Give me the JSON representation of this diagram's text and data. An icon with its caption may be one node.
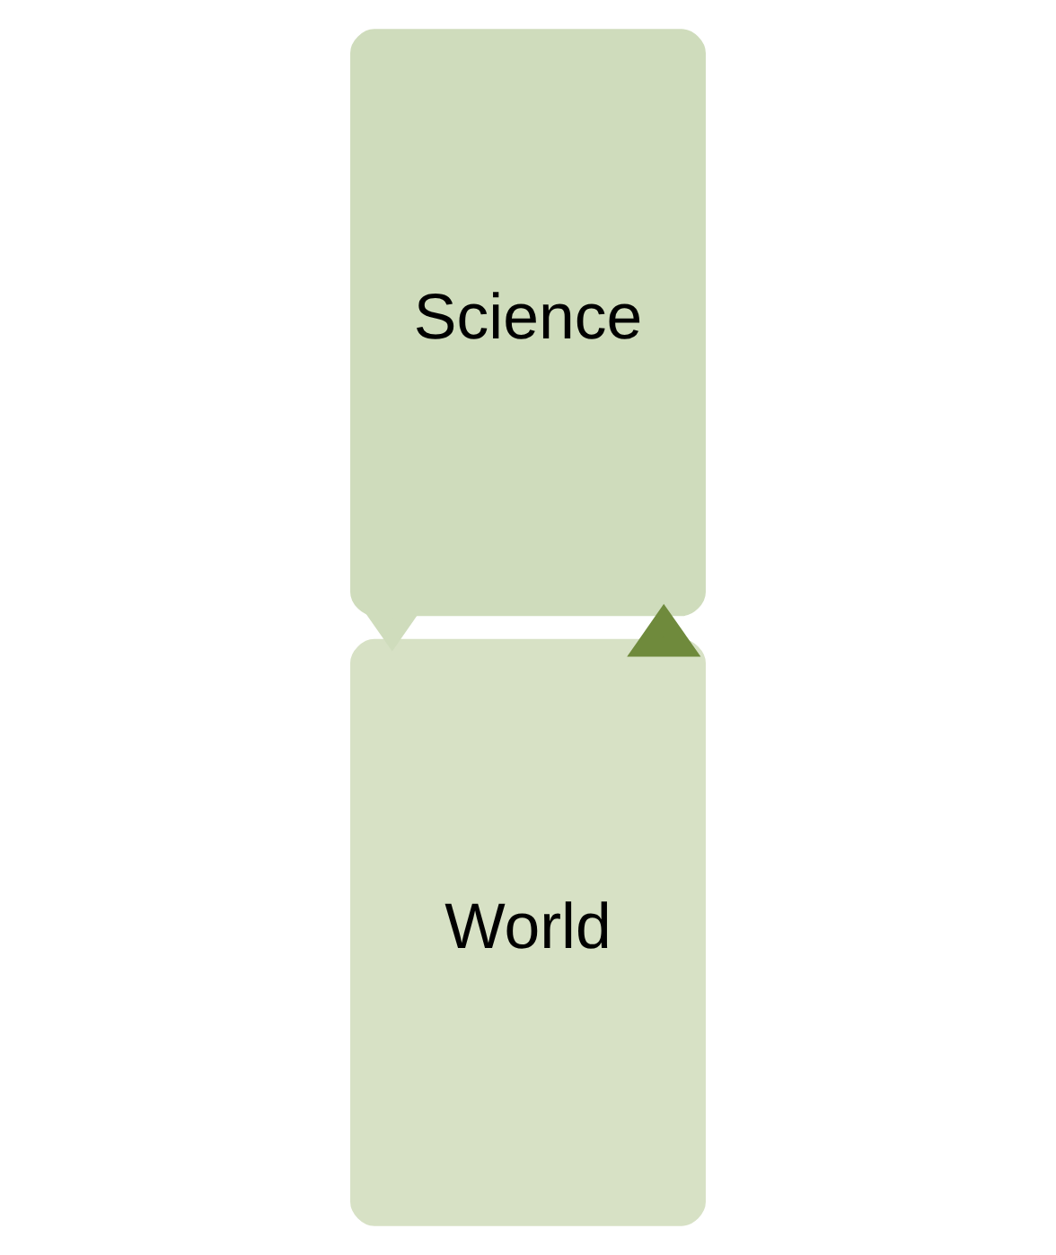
{
  "diagram": {
    "nodes": [
      {
        "text": [
          "World"
        ]
      },
      {
        "text": [
          "Science"
        ]
      }
    ],
    "edges": [
      {
        "from": 0,
        "to": 1,
        "arrow": "to",
        "style": "thick",
        "color": "#6f8a3c"
      },
      {
        "from": 1,
        "to": 0,
        "arrow": "to",
        "style": "thick",
        "color": "#cfdcbc"
      }
    ]
  }
}
